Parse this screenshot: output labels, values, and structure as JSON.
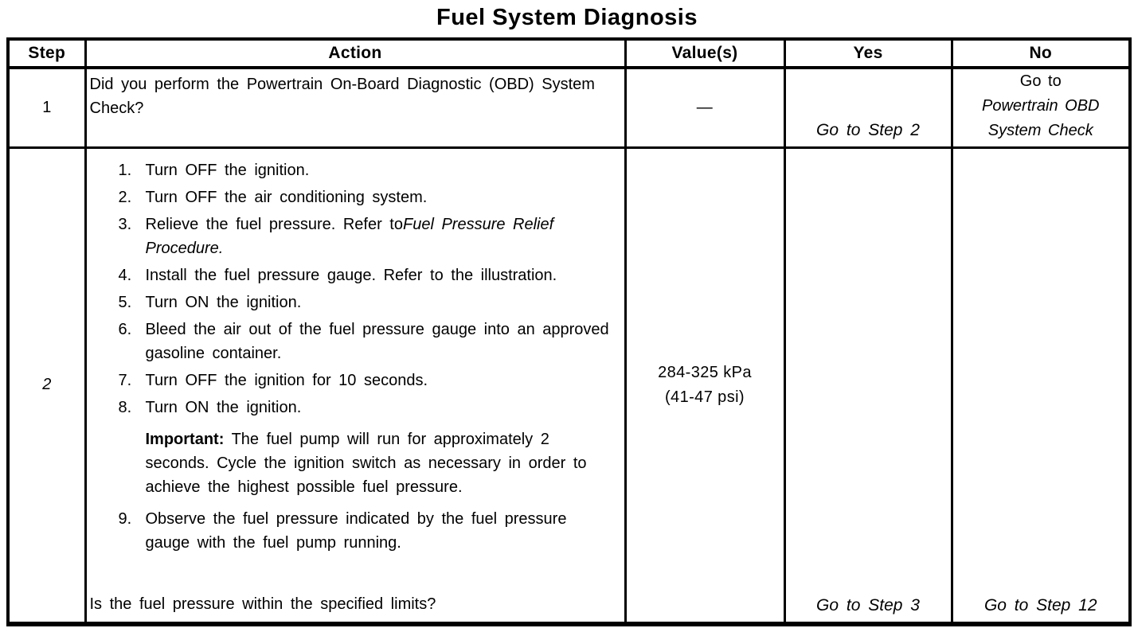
{
  "title": "Fuel System Diagnosis",
  "headers": [
    "Step",
    "Action",
    "Value(s)",
    "Yes",
    "No"
  ],
  "rows": [
    {
      "step": "1",
      "action": "Did you perform the Powertrain On-Board Diagnostic (OBD) System Check?",
      "value": "—",
      "yes": "Go to Step 2",
      "no": {
        "prefix": "Go to",
        "ref_line1": "Powertrain OBD",
        "ref_line2": "System Check"
      }
    },
    {
      "step": "2",
      "action_items": [
        {
          "num": "1.",
          "text": "Turn OFF the ignition."
        },
        {
          "num": "2.",
          "text": "Turn OFF the air conditioning system."
        },
        {
          "num": "3.",
          "text": "Relieve the fuel pressure. Refer to",
          "ref": "Fuel Pressure Relief Procedure."
        },
        {
          "num": "4.",
          "text": "Install the fuel pressure gauge. Refer to the illustration."
        },
        {
          "num": "5.",
          "text": "Turn ON the ignition."
        },
        {
          "num": "6.",
          "text": "Bleed the air out of the fuel pressure gauge into an approved gasoline container."
        },
        {
          "num": "7.",
          "text": "Turn OFF the ignition for 10 seconds."
        },
        {
          "num": "8.",
          "text": "Turn ON the ignition."
        },
        {
          "num": "",
          "label": "Important:",
          "text": "The fuel pump will run for approximately 2 seconds. Cycle the ignition switch as necessary in order to achieve the highest possible fuel pressure."
        },
        {
          "num": "9.",
          "text": "Observe the fuel pressure indicated by the fuel pressure gauge with the fuel pump running."
        }
      ],
      "question": "Is the fuel pressure within the specified limits?",
      "value_lines": [
        "284-325 kPa",
        "(41-47 psi)"
      ],
      "yes": "Go to Step 3",
      "no": "Go to Step 12"
    }
  ]
}
